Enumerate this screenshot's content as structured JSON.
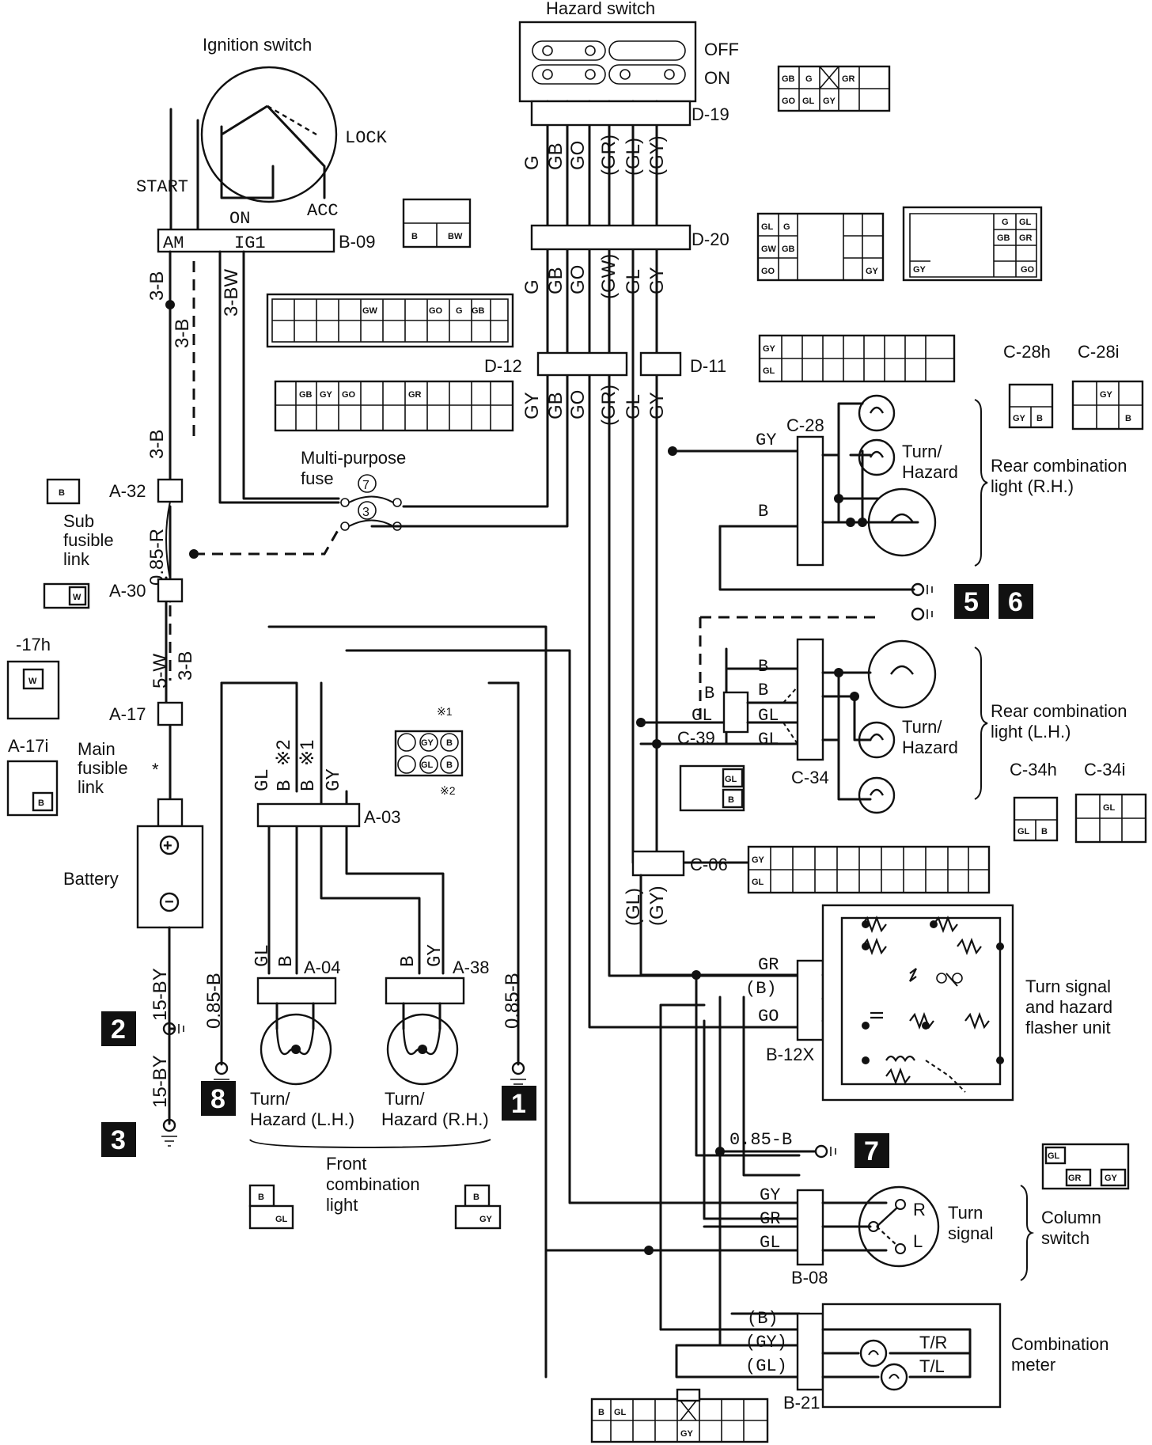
{
  "components": {
    "hazard_switch": "Hazard switch",
    "hazard_off": "OFF",
    "hazard_on": "ON",
    "ignition_switch": "Ignition switch",
    "lock": "LOCK",
    "start": "START",
    "on": "ON",
    "acc": "ACC",
    "am": "AM",
    "ig1": "IG1",
    "multi_purpose_fuse": [
      "Multi-purpose",
      "fuse"
    ],
    "fuse_7": "7",
    "fuse_3": "3",
    "sub_fusible_link": [
      "Sub",
      "fusible",
      "link"
    ],
    "main_fusible_link": [
      "Main",
      "fusible",
      "link"
    ],
    "battery": "Battery",
    "turn_hazard": [
      "Turn/",
      "Hazard"
    ],
    "rear_combination_rh": [
      "Rear combination",
      "light (R.H.)"
    ],
    "rear_combination_lh": [
      "Rear combination",
      "light (L.H.)"
    ],
    "front_turn_lh": [
      "Turn/",
      "Hazard (L.H.)"
    ],
    "front_turn_rh": [
      "Turn/",
      "Hazard (R.H.)"
    ],
    "front_combination_light": [
      "Front",
      "combination",
      "light"
    ],
    "flasher_unit": [
      "Turn signal",
      "and hazard",
      "flasher unit"
    ],
    "turn_signal": [
      "Turn",
      "signal"
    ],
    "column_switch": [
      "Column",
      "switch"
    ],
    "combination_meter": [
      "Combination",
      "meter"
    ],
    "meter_tr": "T/R",
    "meter_tl": "T/L",
    "switch_r": "R",
    "switch_l": "L",
    "asterisk": "*",
    "note_1": "※1",
    "note_2": "※2"
  },
  "connectors": {
    "d19": "D-19",
    "d20": "D-20",
    "d12": "D-12",
    "d11": "D-11",
    "b09": "B-09",
    "a32": "A-32",
    "a30": "A-30",
    "a17": "A-17",
    "a17h": "-17h",
    "a17i": "A-17i",
    "a03": "A-03",
    "a04": "A-04",
    "a38": "A-38",
    "c28": "C-28",
    "c28h": "C-28h",
    "c28i": "C-28i",
    "c39": "C-39",
    "c34": "C-34",
    "c34h": "C-34h",
    "c34i": "C-34i",
    "c06": "C-06",
    "b12x": "B-12X",
    "b08": "B-08",
    "b21": "B-21"
  },
  "wires": {
    "g": "G",
    "gb": "GB",
    "go": "GO",
    "gr_p": "(GR)",
    "gl_p": "(GL)",
    "gy_p": "(GY)",
    "gw_p": "(GW)",
    "gl": "GL",
    "gy": "GY",
    "gr": "GR",
    "b": "B",
    "b_p": "(B)",
    "w3b": "3-B",
    "w3bw": "3-BW",
    "w085r": "0.85-R",
    "w5w": "5-W",
    "w15by": "15-BY",
    "w085b": "0.85-B"
  },
  "pins": {
    "b": "B",
    "bw": "BW",
    "w": "W",
    "gb": "GB",
    "g": "G",
    "gr": "GR",
    "go": "GO",
    "gl": "GL",
    "gy": "GY",
    "gw": "GW",
    "gbr": "GR"
  },
  "grounds": [
    "1",
    "2",
    "3",
    "5",
    "6",
    "7",
    "8"
  ]
}
